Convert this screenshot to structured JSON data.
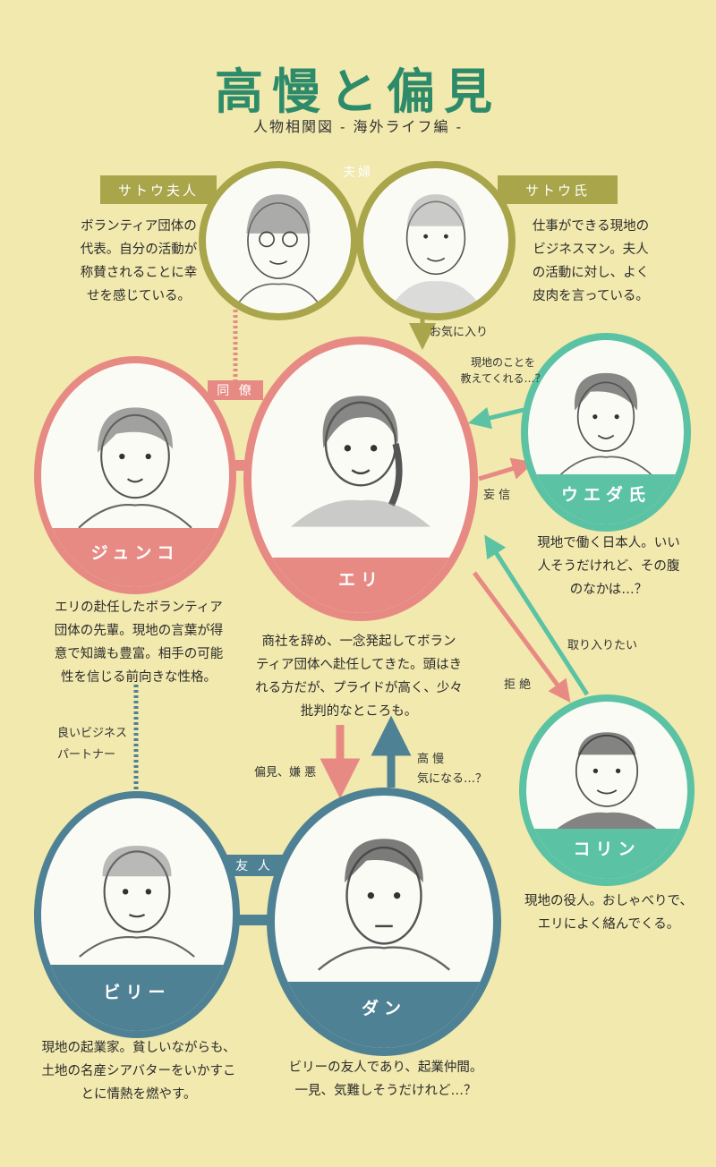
{
  "title": "高慢と偏見",
  "subtitle": "人物相関図 ‐ 海外ライフ編 ‐",
  "colors": {
    "olive": "#a9a54a",
    "pink": "#e88a84",
    "teal": "#5cc2a4",
    "blue": "#4f8195",
    "bg": "#f1e9ae"
  },
  "characters": {
    "sato_fujin": {
      "name": "サトウ夫人",
      "desc": [
        "ボランティア団体の",
        "代表。自分の活動が",
        "称賛されることに幸",
        "せを感じている。"
      ]
    },
    "sato_shi": {
      "name": "サトウ氏",
      "desc": [
        "仕事ができる現地の",
        "ビジネスマン。夫人",
        "の活動に対し、よく",
        "皮肉を言っている。"
      ]
    },
    "junko": {
      "name": "ジュンコ",
      "desc": [
        "エリの赴任したボランティア",
        "団体の先輩。現地の言葉が得",
        "意で知識も豊富。相手の可能",
        "性を信じる前向きな性格。"
      ]
    },
    "eri": {
      "name": "エリ",
      "desc": [
        "商社を辞め、一念発起してボラン",
        "ティア団体へ赴任してきた。頭はき",
        "れる方だが、プライドが高く、少々",
        "批判的なところも。"
      ]
    },
    "ueda": {
      "name": "ウエダ氏",
      "desc": [
        "現地で働く日本人。いい",
        "人そうだけれど、その腹",
        "のなかは…？"
      ]
    },
    "colin": {
      "name": "コリン",
      "desc": [
        "現地の役人。おしゃべりで、",
        "エリによく絡んでくる。"
      ]
    },
    "billy": {
      "name": "ビリー",
      "desc": [
        "現地の起業家。貧しいながらも、",
        "土地の名産シアバターをいかすこ",
        "とに情熱を燃やす。"
      ]
    },
    "dan": {
      "name": "ダン",
      "desc": [
        "ビリーの友人であり、起業仲間。",
        "一見、気難しそうだけれど…？"
      ]
    }
  },
  "relations": {
    "fufu": "夫婦",
    "douryou": "同 僚",
    "okiniiri": "お気に入り",
    "genchi": [
      "現地のことを",
      "教えてくれる…？"
    ],
    "moushin": "妄 信",
    "toriiritai": "取り入りたい",
    "kyozetsu": "拒 絶",
    "yoi_partner": [
      "良いビジネス",
      "パートナー"
    ],
    "henken": "偏見、嫌 悪",
    "kouman": [
      "高 慢",
      "気になる…？"
    ],
    "yuujin": "友 人"
  }
}
